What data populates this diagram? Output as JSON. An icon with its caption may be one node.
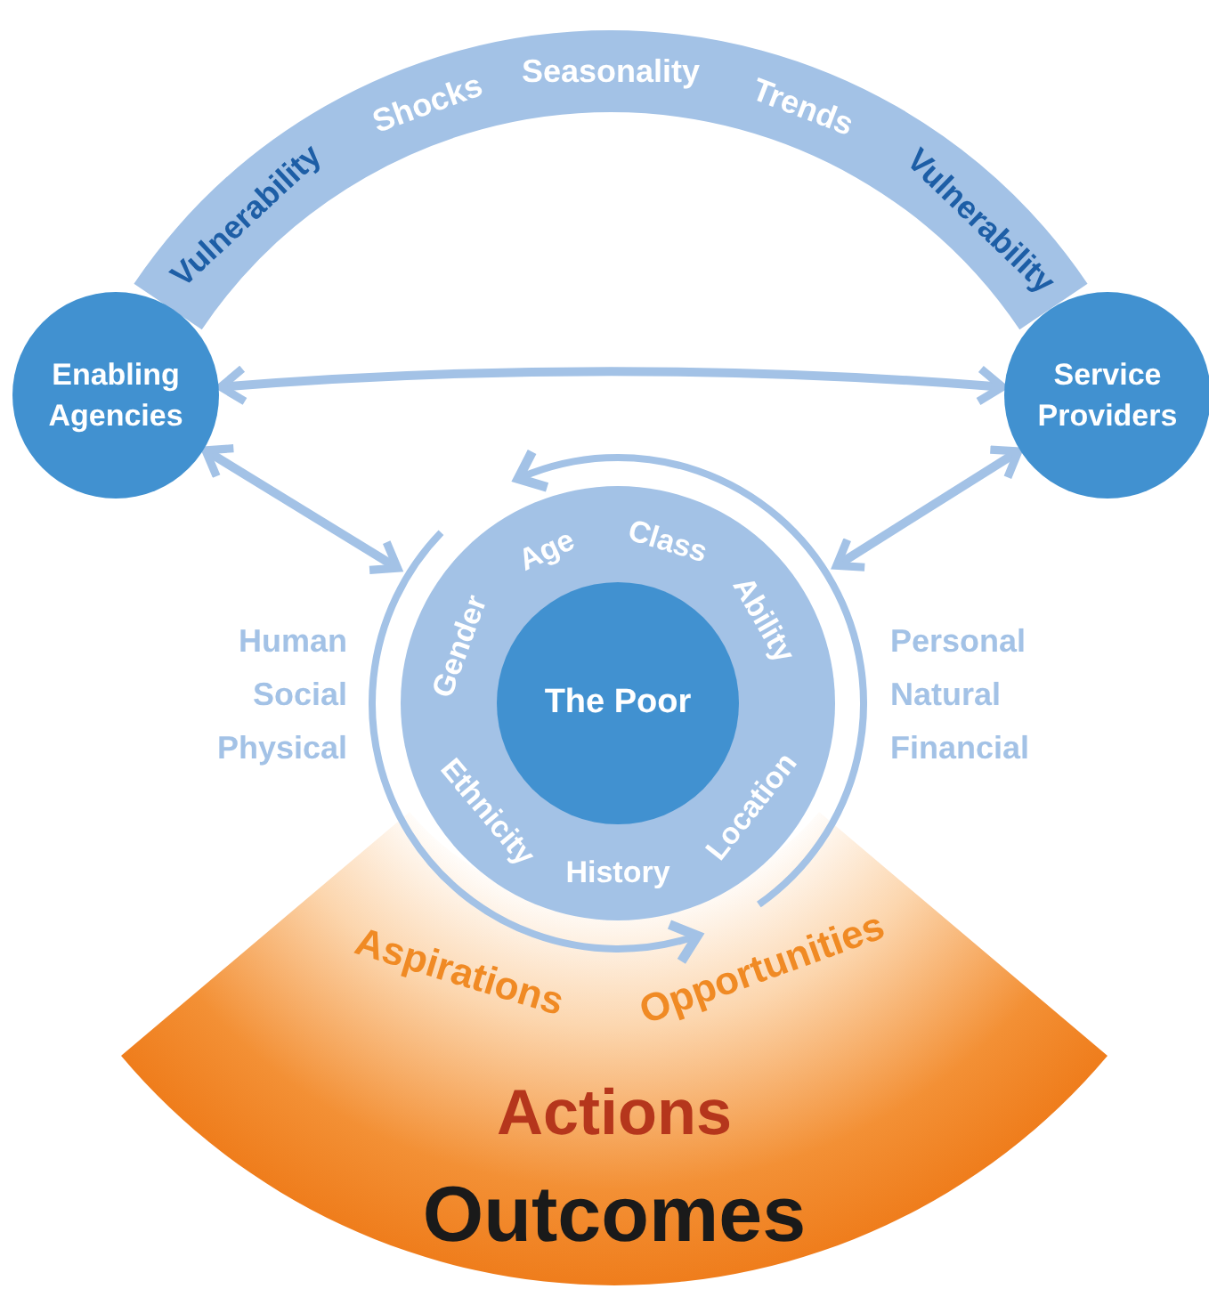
{
  "diagram": {
    "nodes": [
      {
        "text": [
          "Vulnerability",
          "Shocks",
          "Seasonality",
          "Trends",
          "Vulnerability"
        ]
      },
      {
        "text": [
          "Enabling Agencies"
        ]
      },
      {
        "text": [
          "Service Providers"
        ]
      },
      {
        "text": [
          "Gender",
          "Age",
          "Class",
          "Ability",
          "Ethnicity",
          "History",
          "Location"
        ]
      },
      {
        "text": [
          "The Poor"
        ],
        "in": 3
      },
      {
        "text": [
          "Aspirations",
          "Opportunities",
          "Actions",
          "Outcomes"
        ]
      }
    ],
    "edges": [
      {
        "from": 1,
        "to": 2,
        "arrow": "both"
      },
      {
        "from": 1,
        "to": 3,
        "arrow": "both"
      },
      {
        "from": 2,
        "to": 3,
        "arrow": "both"
      }
    ],
    "labels": [
      "Human",
      "Social",
      "Physical",
      "Personal",
      "Natural",
      "Financial"
    ]
  }
}
